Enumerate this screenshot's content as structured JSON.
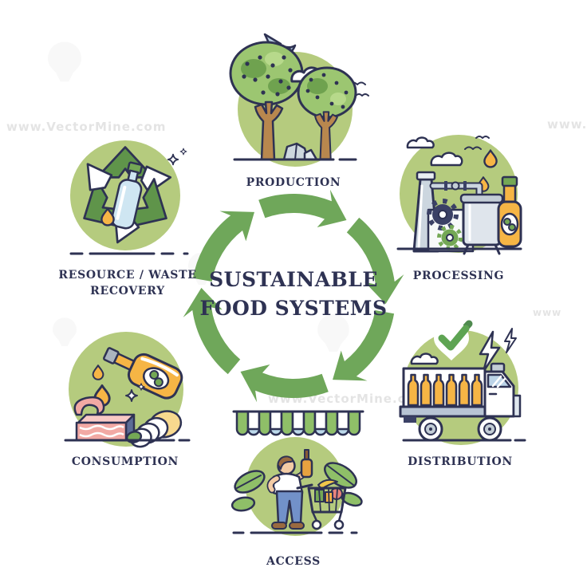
{
  "title": {
    "line1": "SUSTAINABLE",
    "line2": "FOOD SYSTEMS"
  },
  "stages": [
    {
      "id": "production",
      "label": "PRODUCTION"
    },
    {
      "id": "processing",
      "label": "PROCESSING"
    },
    {
      "id": "distribution",
      "label": "DISTRIBUTION"
    },
    {
      "id": "access",
      "label": "ACCESS"
    },
    {
      "id": "consumption",
      "label": "CONSUMPTION"
    },
    {
      "id": "resource-waste-recovery",
      "label": "RESOURCE / WASTE RECOVERY"
    }
  ],
  "watermark": {
    "text": "www.VectorMine.com",
    "short": "www"
  },
  "colors": {
    "outline": "#2e3253",
    "cycle_arrow_green": "#6fa75a",
    "circle_green": "#b5cb7e",
    "dark_green": "#699c4f",
    "mid_green": "#8fbf68",
    "orange": "#f6b545",
    "light_blue": "#cfe6f2",
    "steel": "#c3cdd6",
    "white": "#ffffff"
  }
}
